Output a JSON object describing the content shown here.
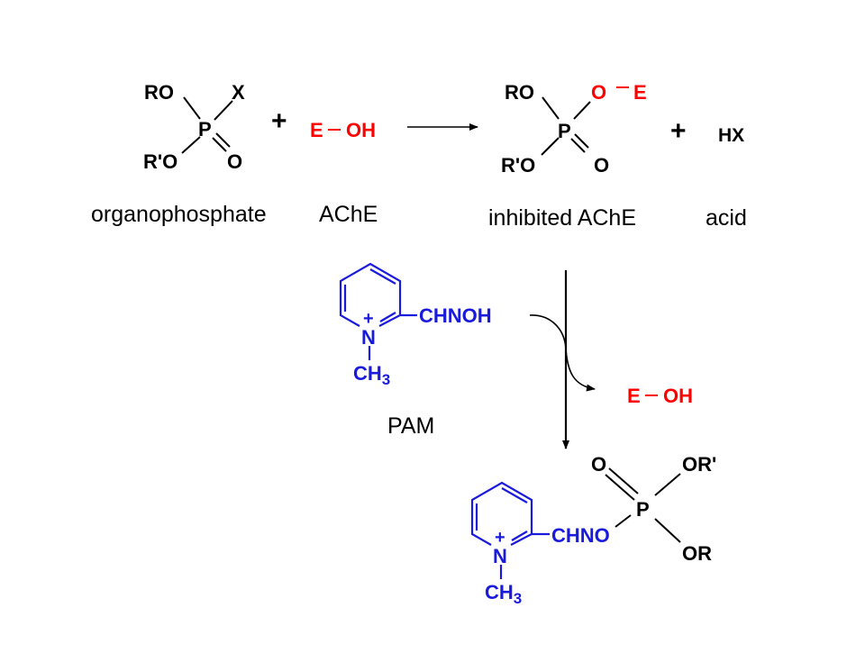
{
  "reaction1": {
    "reactant1": {
      "ro": "RO",
      "x": "X",
      "p": "P",
      "rpo": "R'O",
      "o": "O"
    },
    "plus1": "+",
    "reactant2": {
      "e": "E",
      "oh": "OH"
    },
    "product1": {
      "ro": "RO",
      "o_link": "O",
      "e": "E",
      "p": "P",
      "rpo": "R'O",
      "o": "O"
    },
    "plus2": "+",
    "product2": "HX"
  },
  "captions": {
    "organophosphate": "organophosphate",
    "ache": "AChE",
    "inhibited": "inhibited AChE",
    "acid": "acid",
    "pam": "PAM"
  },
  "pam": {
    "n": "N",
    "plus": "+",
    "chnoh": "CHNOH",
    "ch": "CH",
    "sub": "3"
  },
  "released": {
    "e": "E",
    "oh": "OH"
  },
  "final": {
    "o_top": "O",
    "or_prime": "OR'",
    "p": "P",
    "chno": "CHNO",
    "or": "OR",
    "n": "N",
    "plus": "+",
    "ch": "CH",
    "sub": "3"
  },
  "colors": {
    "enzyme": "#ff0000",
    "pam": "#1a1adc",
    "default": "#000000"
  }
}
